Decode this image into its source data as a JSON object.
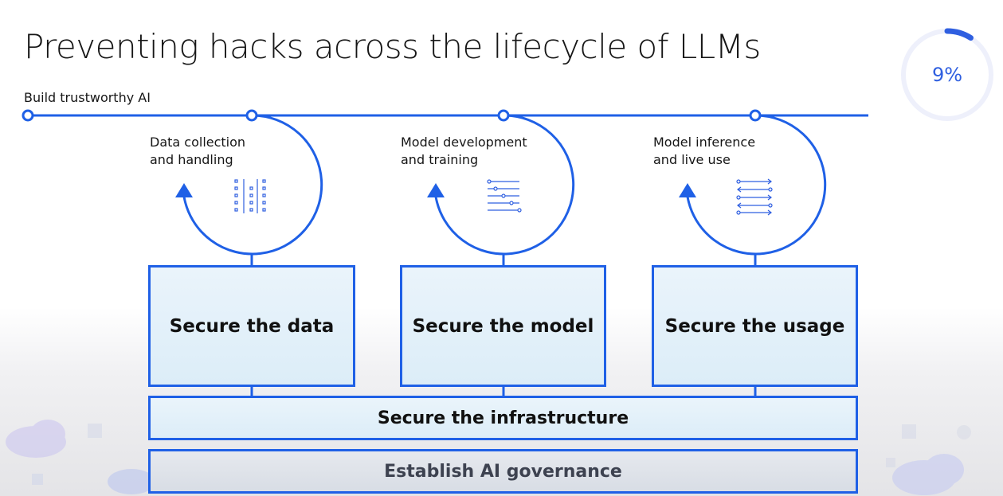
{
  "slide": {
    "title": "Preventing hacks across the lifecycle of LLMs",
    "subtitle": "Build trustworthy AI"
  },
  "progress": {
    "label": "9%",
    "value": 0.09,
    "color": "#2f5fe0"
  },
  "stages": [
    {
      "label_line1": "Data collection",
      "label_line2": "and handling",
      "icon": "data-grid-icon",
      "box": "Secure the data"
    },
    {
      "label_line1": "Model development",
      "label_line2": "and training",
      "icon": "sliders-icon",
      "box": "Secure the model"
    },
    {
      "label_line1": "Model inference",
      "label_line2": "and live use",
      "icon": "bidirectional-arrows-icon",
      "box": "Secure the usage"
    }
  ],
  "foundation": {
    "infrastructure": "Secure the infrastructure",
    "governance": "Establish AI governance"
  },
  "colors": {
    "accent": "#1f60e6",
    "box_fill": "#e3f0f9"
  }
}
